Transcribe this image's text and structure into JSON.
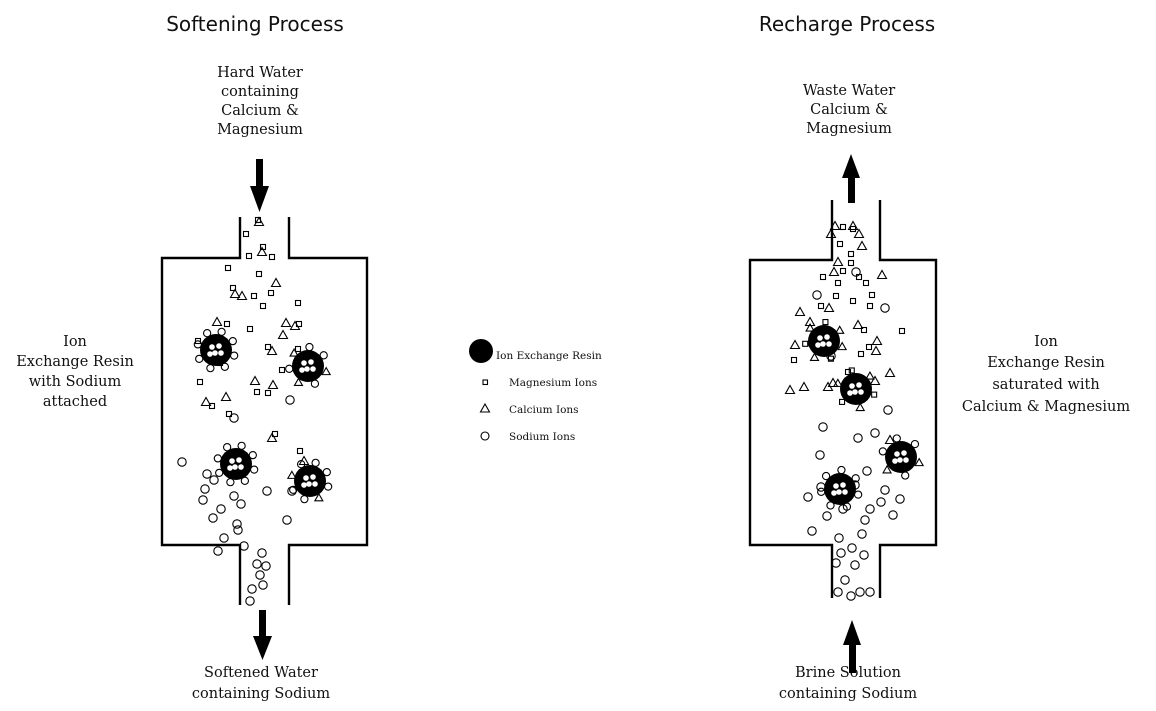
{
  "softening": {
    "title": "Softening Process",
    "input_label": [
      "Hard Water",
      "containing",
      "Calcium &",
      "Magnesium"
    ],
    "resin_label": [
      "Ion",
      "Exchange Resin",
      "with Sodium",
      "attached"
    ],
    "output_label": [
      "Softened Water",
      "containing Sodium"
    ]
  },
  "recharge": {
    "title": "Recharge Process",
    "output_label": [
      "Waste Water",
      "Calcium &",
      "Magnesium"
    ],
    "resin_label": [
      "Ion",
      "Exchange Resin",
      "saturated with",
      "Calcium & Magnesium"
    ],
    "input_label": [
      "Brine Solution",
      "containing Sodium"
    ]
  },
  "legend": [
    {
      "symbol": "resin-bead",
      "label": "Ion Exchange Resin"
    },
    {
      "symbol": "square",
      "label": "Magnesium Ions"
    },
    {
      "symbol": "triangle",
      "label": "Calcium Ions"
    },
    {
      "symbol": "circle",
      "label": "Sodium Ions"
    }
  ]
}
